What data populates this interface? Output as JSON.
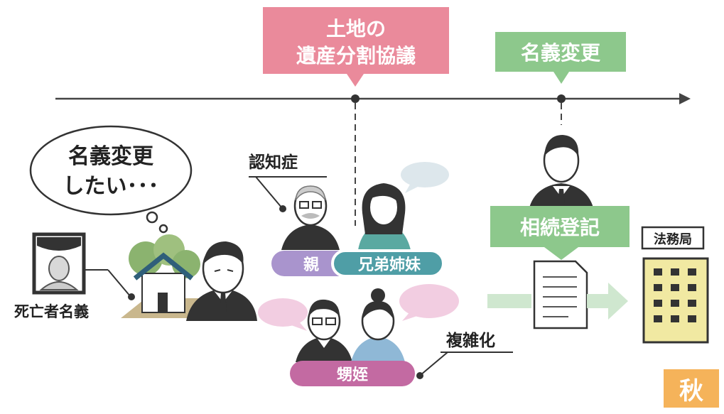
{
  "boxes": {
    "land_division": [
      "土地の",
      "遺産分割協議"
    ],
    "name_change": "名義変更",
    "inheritance_registration": "相続登記"
  },
  "speech": [
    "名義変更",
    "したい･･･"
  ],
  "labels": {
    "dementia": "認知症",
    "deceased_name": "死亡者名義",
    "complicated": "複雑化",
    "legal_bureau": "法務局"
  },
  "pills": {
    "parent": "親",
    "siblings": "兄弟姉妹",
    "nephews": "甥姪"
  },
  "badge": "秋",
  "colors": {
    "pink_box": "#ea8a9b",
    "green_box": "#8dc88c",
    "purple_pill": "#a994cd",
    "teal_pill": "#4f9ea6",
    "magenta_pill": "#c36aa2",
    "badge": "#f5b35a"
  }
}
